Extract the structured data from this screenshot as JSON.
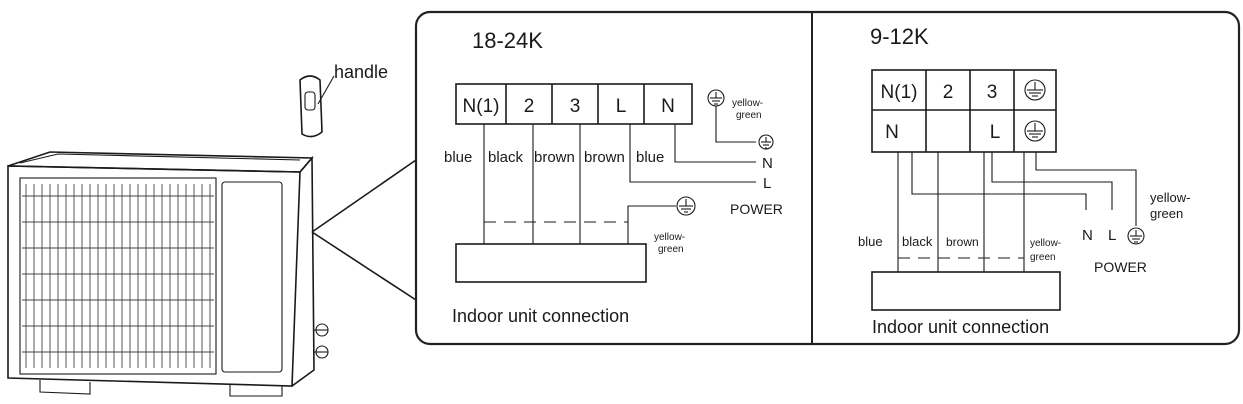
{
  "unit": {
    "handle_label": "handle"
  },
  "panel_left": {
    "title": "18-24K",
    "terminals": [
      "N(1)",
      "2",
      "3",
      "L",
      "N"
    ],
    "wire_colors": [
      "blue",
      "black",
      "brown",
      "brown",
      "blue"
    ],
    "earth_label_top": "yellow-\ngreen",
    "earth_label_bottom": "yellow-\ngreen",
    "power_terminals": [
      "N",
      "L"
    ],
    "power_label": "POWER",
    "caption": "Indoor unit connection"
  },
  "panel_right": {
    "title": "9-12K",
    "terminals_top": [
      "N(1)",
      "2",
      "3"
    ],
    "terminals_bottom": [
      "N",
      "",
      "L"
    ],
    "wire_colors": [
      "blue",
      "black",
      "brown",
      "yellow-\ngreen"
    ],
    "earth_label": "yellow-\ngreen",
    "power_terminals": [
      "N",
      "L"
    ],
    "power_label": "POWER",
    "caption": "Indoor unit connection"
  },
  "colors": {
    "line": "#1a1a1a",
    "panel_border": "#222222"
  }
}
